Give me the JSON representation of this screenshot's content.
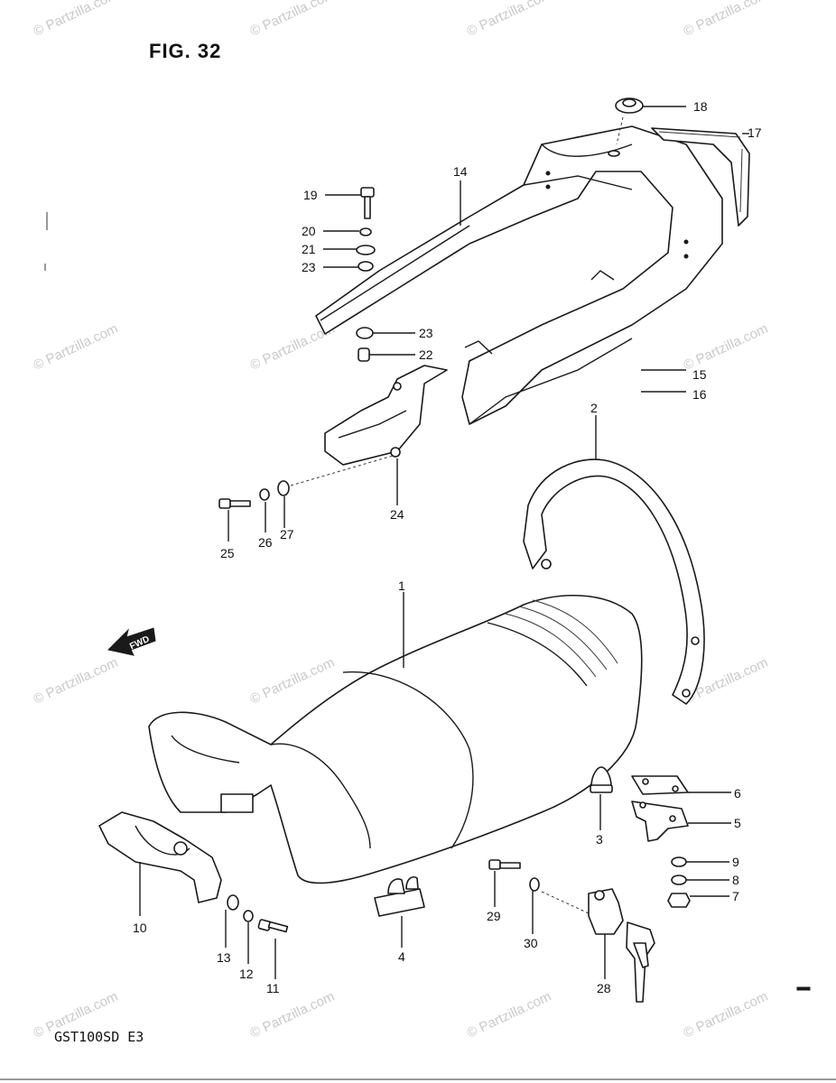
{
  "figure_title": "FIG. 32",
  "model_code": "GST100SD E3",
  "watermark_text": "© Partzilla.com",
  "direction_label": "FWD",
  "callouts": [
    "1",
    "2",
    "3",
    "4",
    "5",
    "6",
    "7",
    "8",
    "9",
    "10",
    "11",
    "12",
    "13",
    "14",
    "15",
    "16",
    "17",
    "18",
    "19",
    "20",
    "21",
    "22",
    "23",
    "23",
    "24",
    "25",
    "26",
    "27",
    "28",
    "29",
    "30"
  ],
  "colors": {
    "ink": "#1a1a1a",
    "watermark": "#c9c9c9",
    "background": "#ffffff"
  }
}
